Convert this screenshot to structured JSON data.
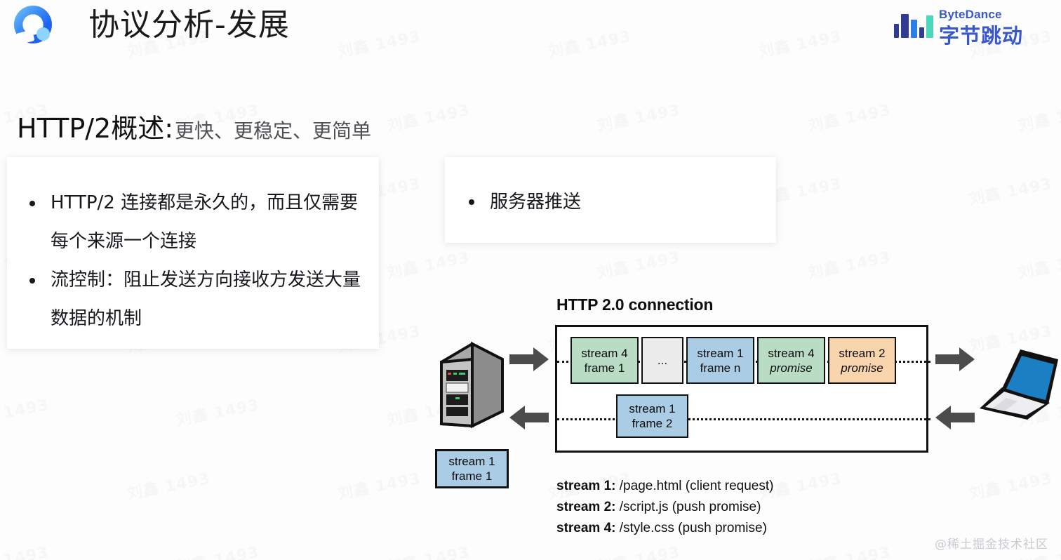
{
  "header": {
    "title": "协议分析-发展",
    "logo_icon": "qq-browser-circle-icon",
    "brand": {
      "english": "ByteDance",
      "chinese": "字节跳动",
      "bar_colors": [
        "#2f3c8f",
        "#2f3c8f",
        "#2f7ee8",
        "#2f3c8f",
        "#4cd7bb"
      ]
    }
  },
  "section": {
    "heading_main": "HTTP/2概述:",
    "heading_sub": "更快、更稳定、更简单"
  },
  "cards": {
    "left": {
      "bullets": [
        "HTTP/2 连接都是永久的，而且仅需要每个来源一个连接",
        "流控制：阻止发送方向接收方发送大量数据的机制"
      ]
    },
    "right": {
      "bullets": [
        "服务器推送"
      ]
    }
  },
  "diagram": {
    "title": "HTTP 2.0 connection",
    "server_icon": "server-tower-icon",
    "client_icon": "laptop-icon",
    "arrows": [
      {
        "name": "server-to-connection-arrow",
        "direction": "right"
      },
      {
        "name": "connection-to-server-arrow",
        "direction": "left"
      },
      {
        "name": "connection-to-client-arrow",
        "direction": "right"
      },
      {
        "name": "client-to-connection-arrow",
        "direction": "left"
      }
    ],
    "upper_frames": [
      {
        "line1": "stream 4",
        "line2": "frame 1",
        "italic": false,
        "color": "#b8ddc4",
        "width": "wide"
      },
      {
        "line1": "",
        "line2": "...",
        "italic": false,
        "color": "#ececec",
        "width": "narrow"
      },
      {
        "line1": "stream 1",
        "line2": "frame n",
        "italic": false,
        "color": "#aacce4",
        "width": "wide"
      },
      {
        "line1": "stream 4",
        "line2": "promise",
        "italic": true,
        "color": "#b8ddc4",
        "width": "wide"
      },
      {
        "line1": "stream 2",
        "line2": "promise",
        "italic": true,
        "color": "#f8d5ac",
        "width": "wide"
      }
    ],
    "lower_frame": {
      "line1": "stream 1",
      "line2": "frame 2",
      "color": "#aacce4"
    },
    "standalone_frame": {
      "line1": "stream 1",
      "line2": "frame 1",
      "color": "#aacce4"
    },
    "legend": [
      {
        "key": "stream 1:",
        "value": " /page.html  (client request)"
      },
      {
        "key": "stream 2:",
        "value": " /script.js  (push promise)"
      },
      {
        "key": "stream 4:",
        "value": " /style.css  (push promise)"
      }
    ]
  },
  "watermarks": {
    "tile_text": "刘鑫 1493",
    "footer": "@稀土掘金技术社区"
  }
}
